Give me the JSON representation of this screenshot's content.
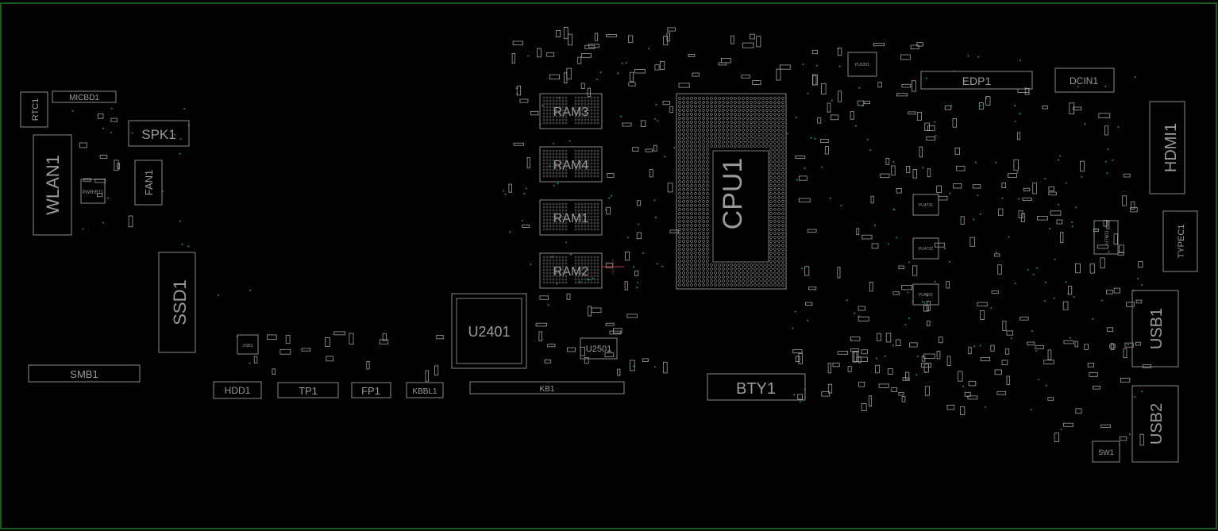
{
  "board": {
    "outline_color": "#1c5a1c",
    "silk_color": "#8a8a8a",
    "via_color": "#1f8f6a"
  },
  "components": {
    "rtc1": "RTC1",
    "micbd1": "MICBD1",
    "spk1": "SPK1",
    "wlan1": "WLAN1",
    "fan1": "FAN1",
    "pwr1": "PWR/BT1",
    "ssd1": "SSD1",
    "smb1": "SMB1",
    "usb3": "USB3",
    "hdd1": "HDD1",
    "tp1": "TP1",
    "fp1": "FP1",
    "kbbl1": "KBBL1",
    "u2401": "U2401",
    "kb1": "KB1",
    "u2501": "U2501",
    "ram3": "RAM3",
    "ram4": "RAM4",
    "ram1": "RAM1",
    "ram2": "RAM2",
    "cpu1": "CPU1",
    "bty1": "BTY1",
    "edp1": "EDP1",
    "dcin1": "DCIN1",
    "hdmi1": "HDMI1",
    "typec1": "TYPEC1",
    "usb1": "USB1",
    "usb2": "USB2",
    "sw1": "SW1",
    "pu4701": "PU4701",
    "pu4702": "PU4702",
    "pu4801": "PU4801",
    "u7601": "U7601",
    "pu6301": "PU6301"
  }
}
